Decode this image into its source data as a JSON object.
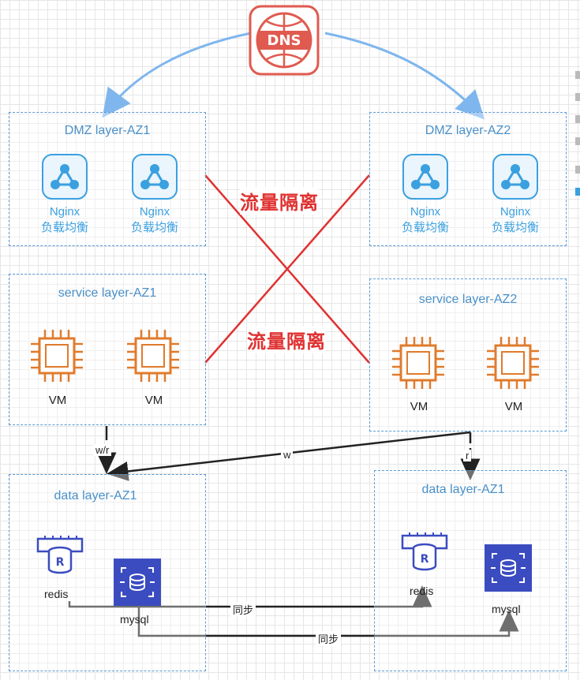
{
  "top_left_caption": "",
  "dns_label": "DNS",
  "dmz_az1": {
    "title": "DMZ layer-AZ1",
    "nodes": [
      {
        "name": "Nginx",
        "desc": "负载均衡"
      },
      {
        "name": "Nginx",
        "desc": "负载均衡"
      }
    ]
  },
  "dmz_az2": {
    "title": "DMZ layer-AZ2",
    "nodes": [
      {
        "name": "Nginx",
        "desc": "负载均衡"
      },
      {
        "name": "Nginx",
        "desc": "负载均衡"
      }
    ]
  },
  "service_az1": {
    "title": "service layer-AZ1",
    "vms": [
      "VM",
      "VM"
    ]
  },
  "service_az2": {
    "title": "service layer-AZ2",
    "vms": [
      "VM",
      "VM"
    ]
  },
  "data_az1": {
    "title": "data layer-AZ1",
    "redis": "redis",
    "mysql": "mysql"
  },
  "data_az2": {
    "title": "data layer-AZ1",
    "redis": "redis",
    "mysql": "mysql"
  },
  "isolation_label_top": "流量隔离",
  "isolation_label_bottom": "流量隔离",
  "edges": {
    "wr": "w/r",
    "w": "w",
    "r": "r",
    "sync1": "同步",
    "sync2": "同步"
  },
  "colors": {
    "dashed_border": "#5b9bd5",
    "nginx_blue": "#3aa0e0",
    "vm_orange": "#e07b2c",
    "db_blue": "#3b4cc0",
    "isolation_red": "#e03131",
    "dns_red": "#e05a4f",
    "dns_arrow": "#7fb6ee"
  }
}
